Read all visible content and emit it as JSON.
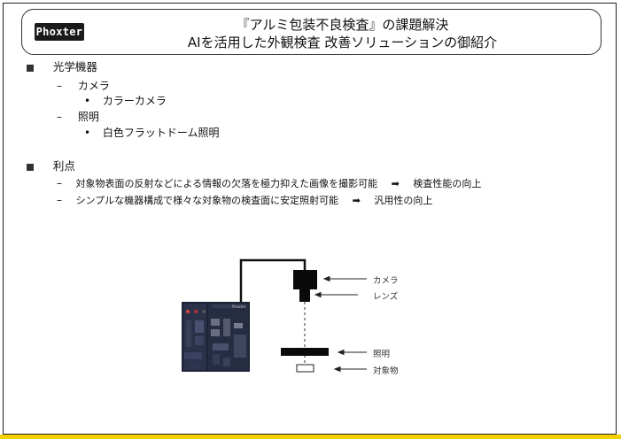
{
  "header": {
    "logo_text": "Phoxter",
    "title_line1": "『アルミ包装不良検査』の課題解決",
    "title_line2": "AIを活用した外観検査 改善ソリューションの御紹介"
  },
  "sections": [
    {
      "bullet_marker": "■",
      "heading": "光学機器",
      "items": [
        {
          "marker": "–",
          "label": "カメラ",
          "subitems": [
            {
              "marker": "•",
              "label": "カラーカメラ"
            }
          ]
        },
        {
          "marker": "–",
          "label": "照明",
          "subitems": [
            {
              "marker": "•",
              "label": "白色フラットドーム照明"
            }
          ]
        }
      ]
    },
    {
      "bullet_marker": "■",
      "heading": "利点",
      "items": [
        {
          "marker": "–",
          "label": "対象物表面の反射などによる情報の欠落を極力抑えた画像を撮影可能",
          "arrow": "➡",
          "result": "検査性能の向上"
        },
        {
          "marker": "–",
          "label": "シンプルな機器構成で様々な対象物の検査面に安定照射可能",
          "arrow": "➡",
          "result": "汎用性の向上"
        }
      ]
    }
  ],
  "diagram": {
    "controller_brand": "Phoxter",
    "labels": {
      "camera": "カメラ",
      "lens": "レンズ",
      "light": "照明",
      "target": "対象物"
    }
  },
  "colors": {
    "accent_bar": "#f4d100",
    "frame": "#222222"
  }
}
